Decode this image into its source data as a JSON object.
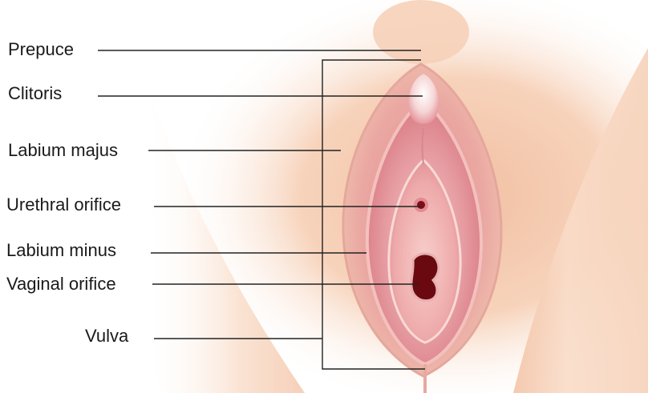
{
  "labels": {
    "prepuce": "Prepuce",
    "clitoris": "Clitoris",
    "labium_majus": "Labium majus",
    "urethral_orifice": "Urethral orifice",
    "labium_minus": "Labium minus",
    "vaginal_orifice": "Vaginal orifice",
    "vulva": "Vulva"
  },
  "colors": {
    "skin_light": "#fbe2cf",
    "skin_mid": "#f4c6a8",
    "labia_majora": "#eab0a0",
    "labia_minora": "#e48f94",
    "vestibule": "#f1b5b5",
    "inner_pink": "#d86f7a",
    "clitoris": "#f7dfe0",
    "orifice": "#6e0a10",
    "line": "#222222"
  }
}
